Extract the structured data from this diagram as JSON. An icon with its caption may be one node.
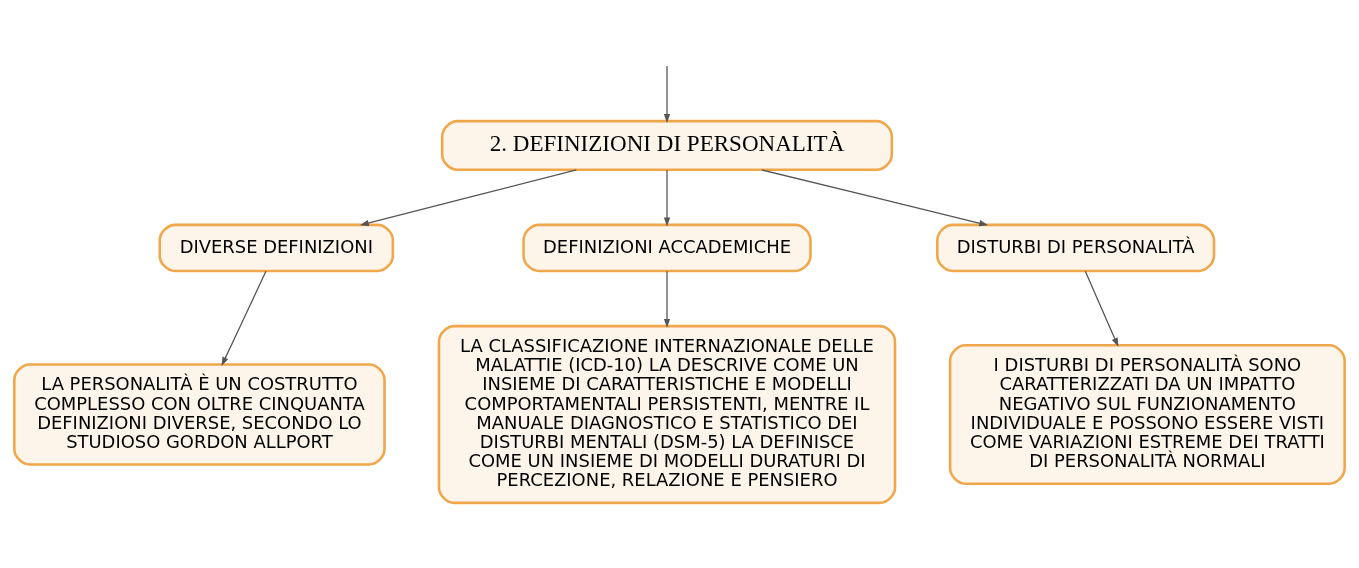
{
  "diagram": {
    "nodes": [
      {
        "text": [
          "2. DEFINIZIONI DI PERSONALITÀ"
        ]
      },
      {
        "text": [
          "DIVERSE DEFINIZIONI"
        ]
      },
      {
        "text": [
          "DEFINIZIONI ACCADEMICHE"
        ]
      },
      {
        "text": [
          "DISTURBI DI PERSONALITÀ"
        ]
      },
      {
        "text": [
          "LA PERSONALITÀ È UN COSTRUTTO COMPLESSO CON OLTRE CINQUANTA DEFINIZIONI DIVERSE, SECONDO LO STUDIOSO GORDON ALLPORT"
        ]
      },
      {
        "text": [
          "LA CLASSIFICAZIONE INTERNAZIONALE DELLE MALATTIE (ICD-10) LA DESCRIVE COME UN INSIEME DI CARATTERISTICHE E MODELLI COMPORTAMENTALI PERSISTENTI, MENTRE IL MANUALE DIAGNOSTICO E STATISTICO DEI DISTURBI MENTALI (DSM-5) LA DEFINISCE COME UN INSIEME DI MODELLI DURATURI DI PERCEZIONE, RELAZIONE E PENSIERO"
        ]
      },
      {
        "text": [
          "I DISTURBI DI PERSONALITÀ SONO CARATTERIZZATI DA UN IMPATTO NEGATIVO SUL FUNZIONAMENTO INDIVIDUALE E POSSONO ESSERE VISTI COME VARIAZIONI ESTREME DEI TRATTI DI PERSONALITÀ NORMALI"
        ]
      }
    ],
    "edges": [
      {
        "from": null,
        "to": 0,
        "arrow": "to"
      },
      {
        "from": 0,
        "to": 1,
        "arrow": "to"
      },
      {
        "from": 0,
        "to": 2,
        "arrow": "to"
      },
      {
        "from": 0,
        "to": 3,
        "arrow": "to"
      },
      {
        "from": 1,
        "to": 4,
        "arrow": "to"
      },
      {
        "from": 2,
        "to": 5,
        "arrow": "to"
      },
      {
        "from": 3,
        "to": 6,
        "arrow": "to"
      }
    ]
  }
}
